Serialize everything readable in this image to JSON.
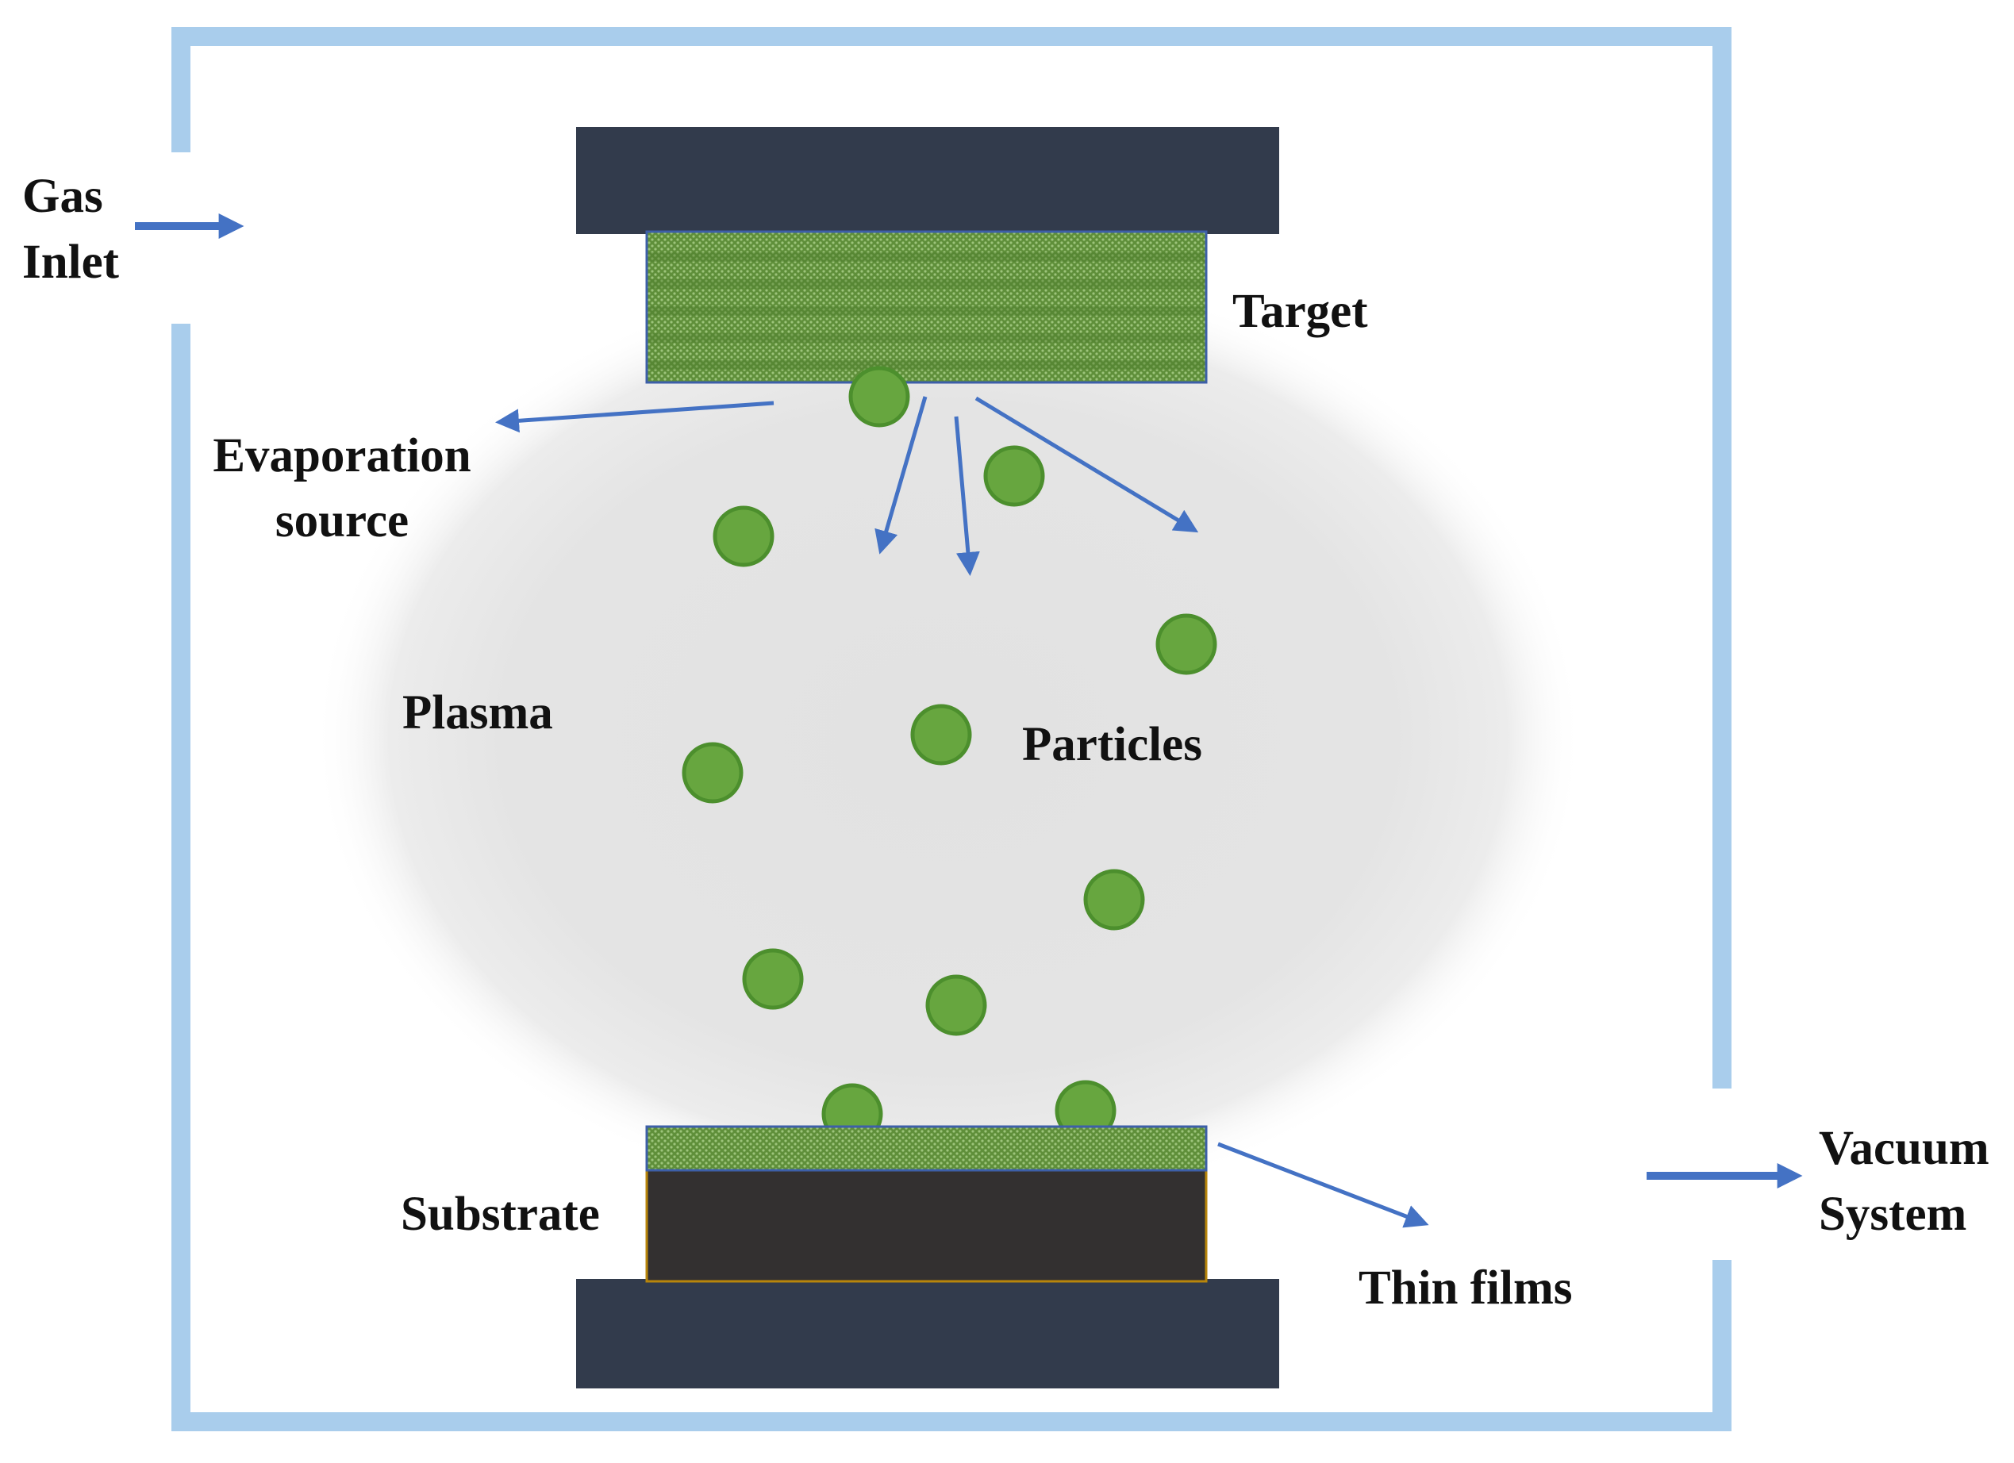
{
  "labels": {
    "gas_inlet_line1": "Gas",
    "gas_inlet_line2": "Inlet",
    "target": "Target",
    "evaporation_line1": "Evaporation",
    "evaporation_line2": "source",
    "plasma": "Plasma",
    "particles": "Particles",
    "substrate": "Substrate",
    "thin_films": "Thin films",
    "vacuum_line1": "Vacuum",
    "vacuum_line2": "System"
  },
  "colors": {
    "chamber_wall": "#a9cdec",
    "electrode": "#323b4c",
    "target_fill": "#6b9a43",
    "particle_fill": "#67a63f",
    "particle_stroke": "#4c8f2d",
    "plasma": "#e3e3e3",
    "substrate_fill": "#333030",
    "arrow": "#4472c4"
  }
}
